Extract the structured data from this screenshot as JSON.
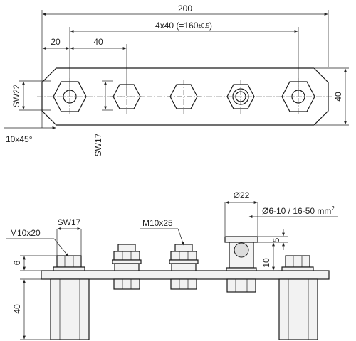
{
  "dimensions": {
    "overall_length": "200",
    "pitch_main": "4x40 (=160",
    "pitch_tol": "±0.5",
    "pitch_close": ")",
    "edge_offset": "20",
    "single_pitch": "40",
    "width": "40",
    "wrench_left": "SW22",
    "wrench_mid": "SW17",
    "chamfer": "10x45°",
    "bore_diameter": "Ø22",
    "conductor_range": "Ø6-10 / 16-50 mm",
    "conductor_sup": "2",
    "bolt_left": "M10x20",
    "wrench_side": "SW17",
    "bolt_mid": "M10x25",
    "height_top": "6",
    "height_base": "40",
    "clamp_gap": "5",
    "clamp_height": "10"
  }
}
